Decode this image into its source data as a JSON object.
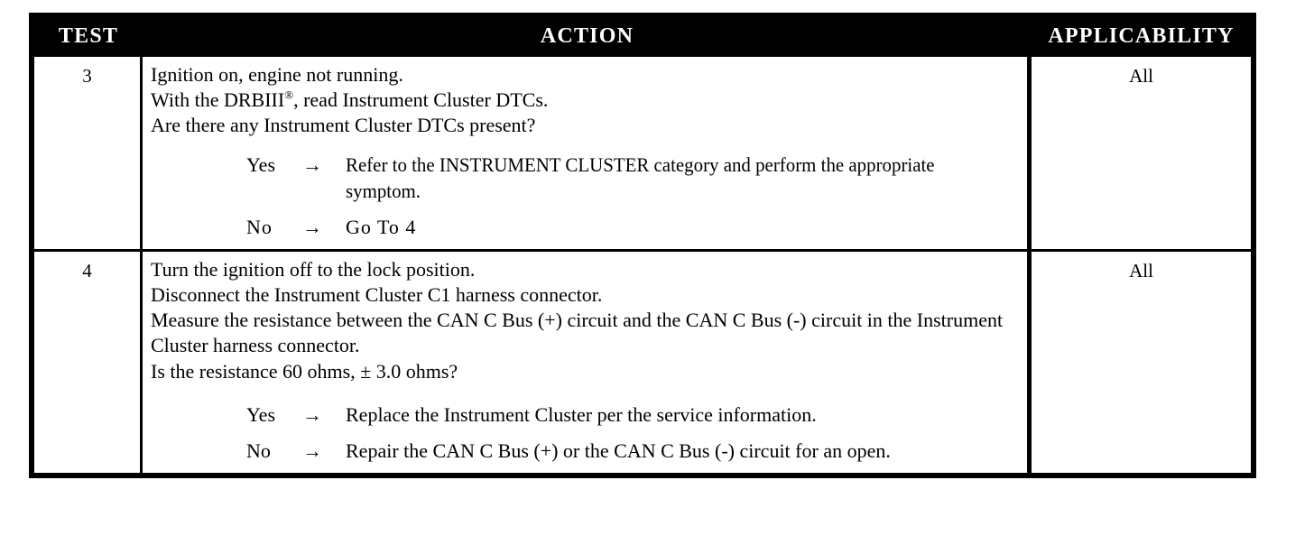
{
  "table": {
    "headers": {
      "test": "TEST",
      "action": "ACTION",
      "applicability": "APPLICABILITY"
    },
    "rows": [
      {
        "test": "3",
        "applicability": "All",
        "statements": [
          "Ignition on, engine not running.",
          "With the DRBIII",
          "Are there any Instrument Cluster DTCs present?"
        ],
        "statement2_suffix": ", read Instrument Cluster DTCs.",
        "registered_mark": "®",
        "branches": [
          {
            "label": "Yes",
            "arrow": "→",
            "text": "Refer to the INSTRUMENT CLUSTER category and perform the appropriate symptom."
          },
          {
            "label": "No",
            "arrow": "→",
            "text": "Go To   4"
          }
        ]
      },
      {
        "test": "4",
        "applicability": "All",
        "statements": [
          "Turn the ignition off to the lock position.",
          "Disconnect the Instrument Cluster C1 harness connector.",
          "Measure the resistance between the CAN C Bus (+) circuit and the CAN C Bus (-) circuit in the Instrument Cluster harness connector.",
          "Is the resistance 60 ohms, ± 3.0 ohms?"
        ],
        "branches": [
          {
            "label": "Yes",
            "arrow": "→",
            "text": "Replace the Instrument Cluster per the service information."
          },
          {
            "label": "No",
            "arrow": "→",
            "text": "Repair the CAN C Bus (+) or the CAN C Bus (-) circuit for an open."
          }
        ]
      }
    ]
  },
  "colors": {
    "header_background": "#000000",
    "header_text": "#ffffff",
    "border": "#000000",
    "cell_background": "#ffffff",
    "body_text": "#000000"
  }
}
